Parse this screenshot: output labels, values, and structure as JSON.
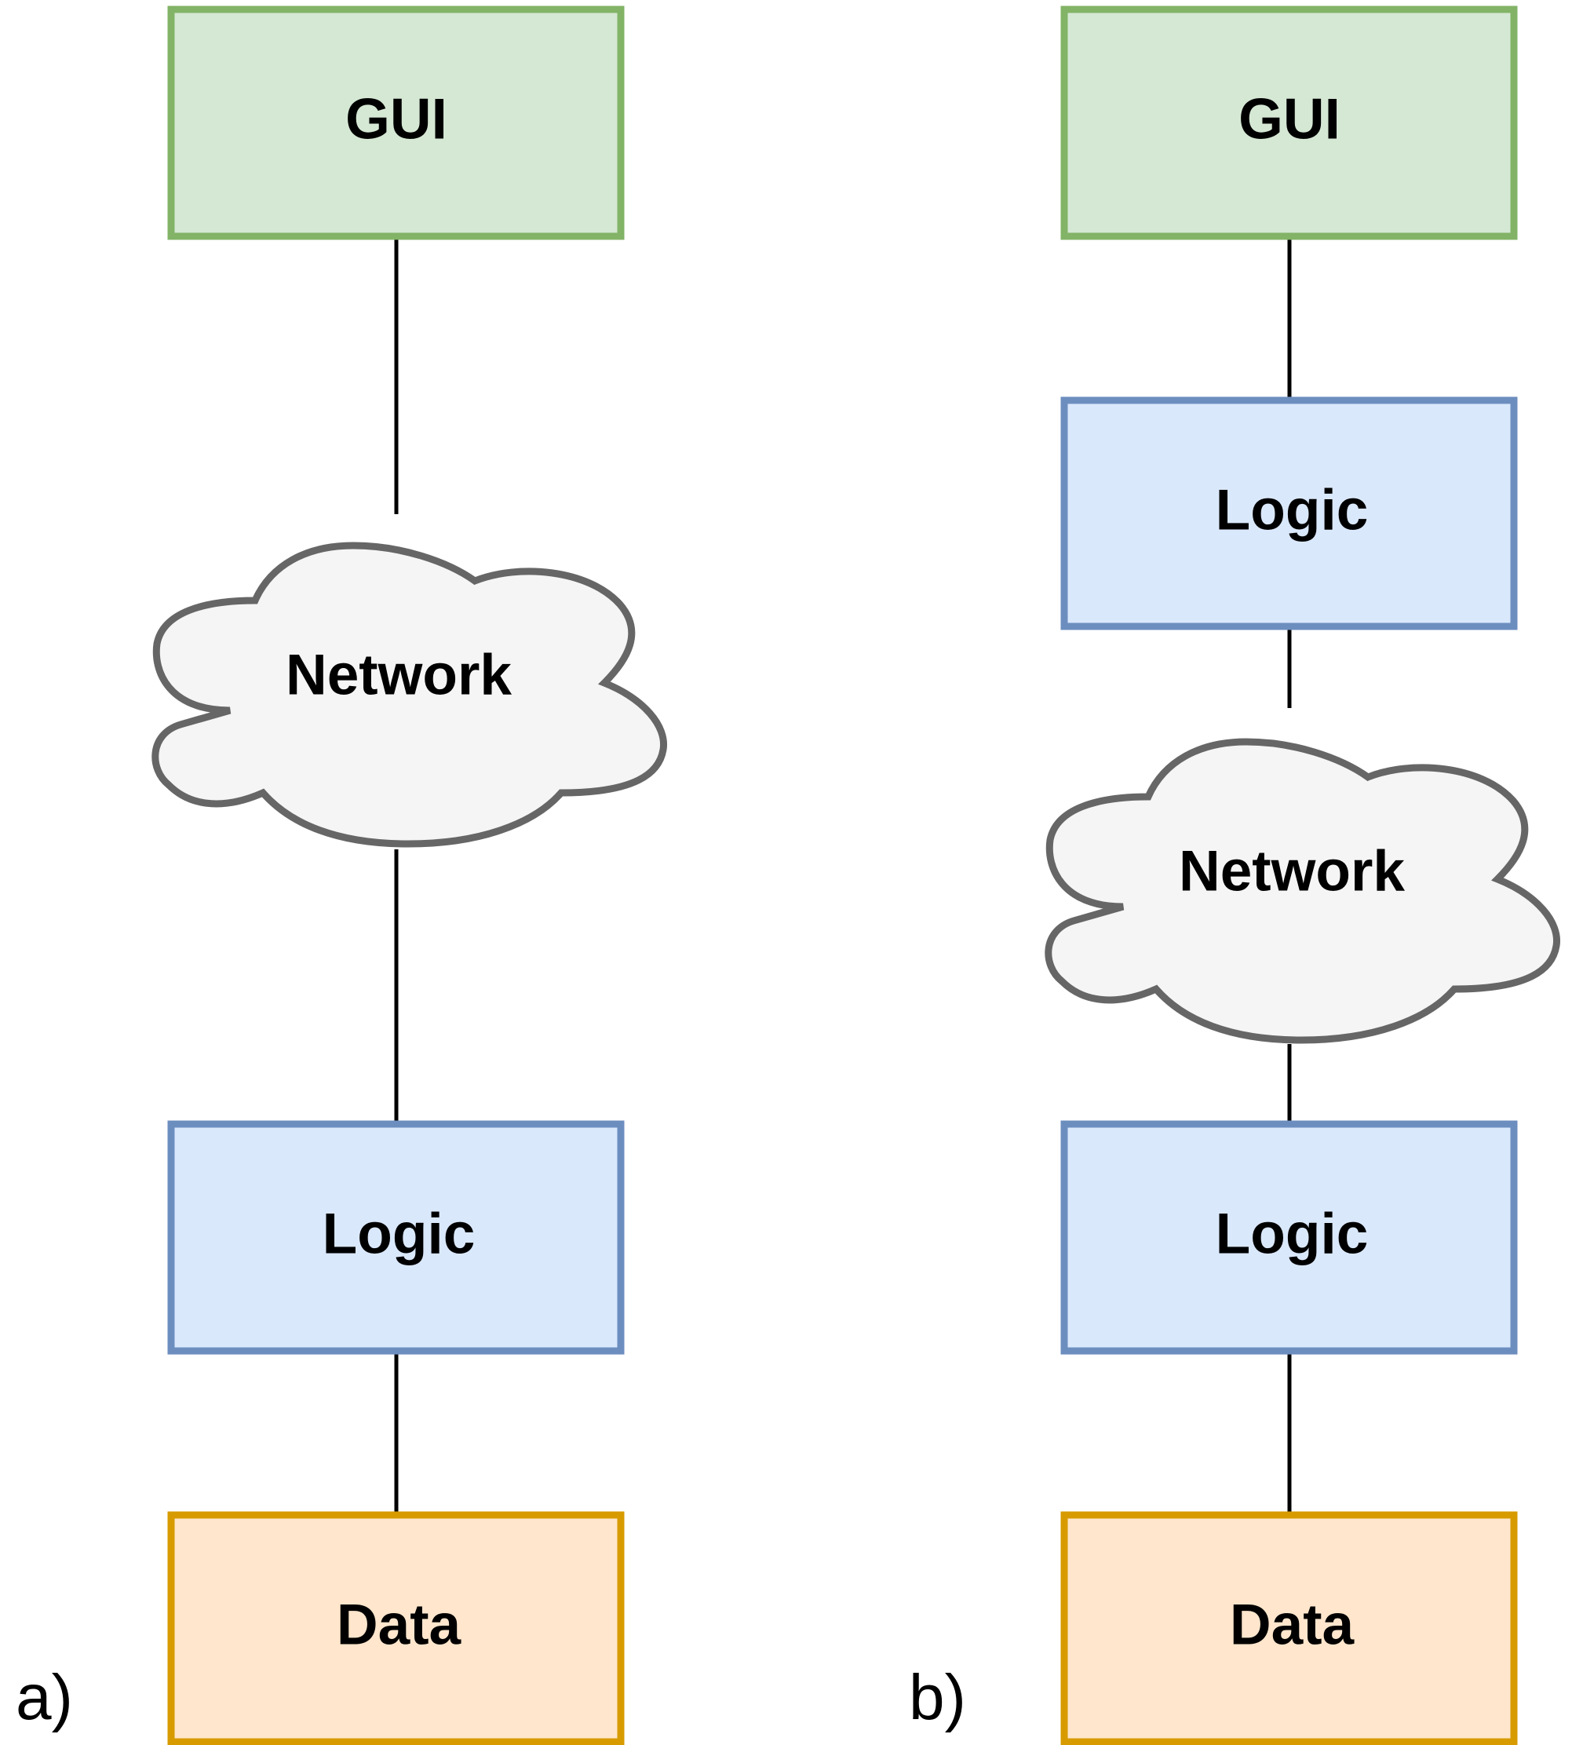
{
  "colors": {
    "gui_fill": "#d5e8d4",
    "gui_stroke": "#82b366",
    "logic_fill": "#dae8fc",
    "logic_stroke": "#6c8ebf",
    "data_fill": "#ffe6cc",
    "data_stroke": "#d79b00",
    "network_fill": "#f5f5f5",
    "network_stroke": "#666666",
    "connector": "#000000"
  },
  "panels": {
    "a": {
      "label": "a)",
      "gui": "GUI",
      "network": "Network",
      "logic": "Logic",
      "data": "Data"
    },
    "b": {
      "label": "b)",
      "gui": "GUI",
      "logic_client": "Logic",
      "network": "Network",
      "logic_server": "Logic",
      "data": "Data"
    }
  }
}
